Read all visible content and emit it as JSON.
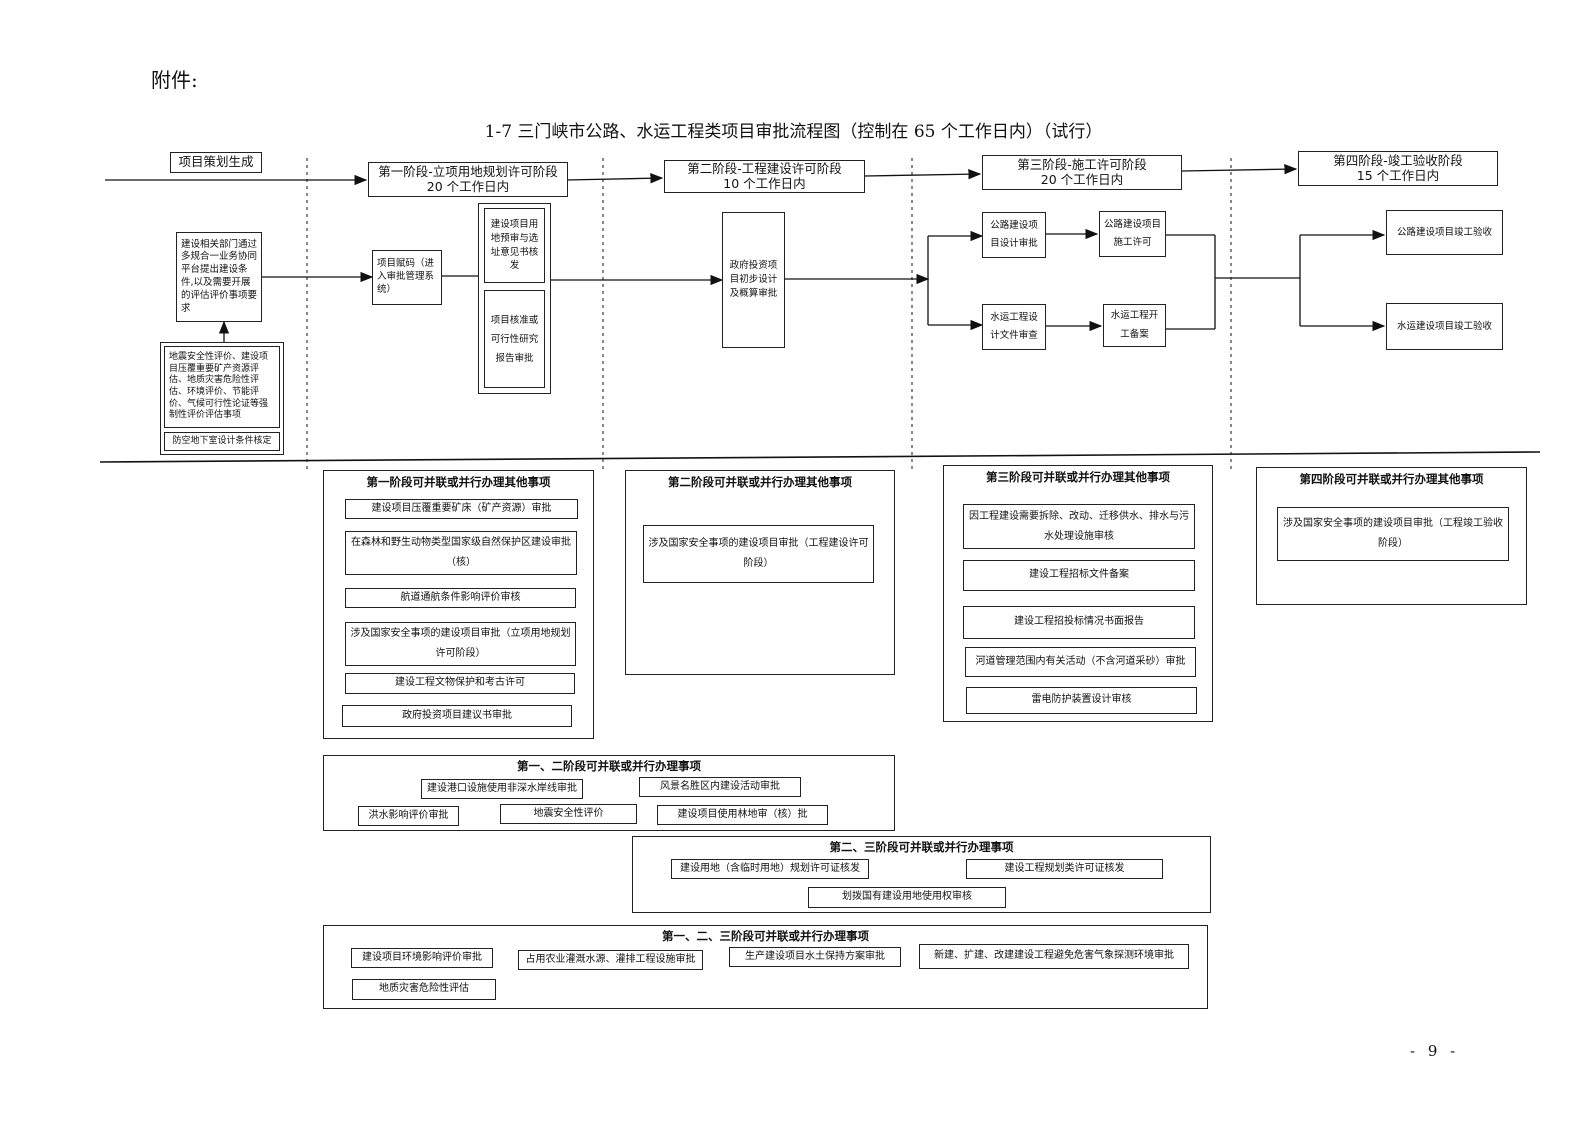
{
  "header": {
    "attachment_label": "附件:",
    "title": "1-7 三门峡市公路、水运工程类项目审批流程图（控制在 65 个工作日内）（试行）"
  },
  "stages": {
    "planning": "项目策划生成",
    "stage1": {
      "name": "第一阶段-立项用地规划许可阶段",
      "days": "20 个工作日内"
    },
    "stage2": {
      "name": "第二阶段-工程建设许可阶段",
      "days": "10 个工作日内"
    },
    "stage3": {
      "name": "第三阶段-施工许可阶段",
      "days": "20 个工作日内"
    },
    "stage4": {
      "name": "第四阶段-竣工验收阶段",
      "days": "15 个工作日内"
    }
  },
  "flow": {
    "planning_main": "建设相关部门通过多规合一业务协同平台提出建设条件,以及需要开展的评估评价事项要求",
    "planning_assess": "地震安全性评价、建设项目压覆重要矿产资源评估、地质灾害危险性评估、环境评价、节能评价、气候可行性论证等强制性评价评估事项",
    "planning_civil_defense": "防空地下室设计条件核定",
    "project_code": "项目赋码（进入审批管理系统）",
    "site_opinion": "建设项目用地预审与选址意见书核发",
    "feasibility": "项目核准或可行性研究报告审批",
    "gov_design": "政府投资项目初步设计及概算审批",
    "road_design": "公路建设项目设计审批",
    "road_permit": "公路建设项目施工许可",
    "water_design": "水运工程设计文件审查",
    "water_start": "水运工程开工备案",
    "road_accept": "公路建设项目竣工验收",
    "water_accept": "水运建设项目竣工验收"
  },
  "parallel": {
    "stage1": {
      "title": "第一阶段可并联或并行办理其他事项",
      "items": [
        "建设项目压覆重要矿床（矿产资源）审批",
        "在森林和野生动物类型国家级自然保护区建设审批（核）",
        "航道通航条件影响评价审核",
        "涉及国家安全事项的建设项目审批（立项用地规划许可阶段）",
        "建设工程文物保护和考古许可",
        "政府投资项目建议书审批"
      ]
    },
    "stage2": {
      "title": "第二阶段可并联或并行办理其他事项",
      "items": [
        "涉及国家安全事项的建设项目审批（工程建设许可阶段）"
      ]
    },
    "stage3": {
      "title": "第三阶段可并联或并行办理其他事项",
      "items": [
        "因工程建设需要拆除、改动、迁移供水、排水与污水处理设施审核",
        "建设工程招标文件备案",
        "建设工程招投标情况书面报告",
        "河道管理范围内有关活动（不含河道采砂）审批",
        "雷电防护装置设计审核"
      ]
    },
    "stage4": {
      "title": "第四阶段可并联或并行办理其他事项",
      "items": [
        "涉及国家安全事项的建设项目审批（工程竣工验收阶段）"
      ]
    },
    "stage12": {
      "title": "第一、二阶段可并联或并行办理事项",
      "items": [
        "建设港口设施使用非深水岸线审批",
        "风景名胜区内建设活动审批",
        "洪水影响评价审批",
        "地震安全性评价",
        "建设项目使用林地审（核）批"
      ]
    },
    "stage23": {
      "title": "第二、三阶段可并联或并行办理事项",
      "items": [
        "建设用地（含临时用地）规划许可证核发",
        "建设工程规划类许可证核发",
        "划拨国有建设用地使用权审核"
      ]
    },
    "stage123": {
      "title": "第一、二、三阶段可并联或并行办理事项",
      "items": [
        "建设项目环境影响评价审批",
        "占用农业灌溉水源、灌排工程设施审批",
        "生产建设项目水土保持方案审批",
        "新建、扩建、改建建设工程避免危害气象探测环境审批",
        "地质灾害危险性评估"
      ]
    }
  },
  "footer": {
    "page_number": "- 9 -"
  }
}
